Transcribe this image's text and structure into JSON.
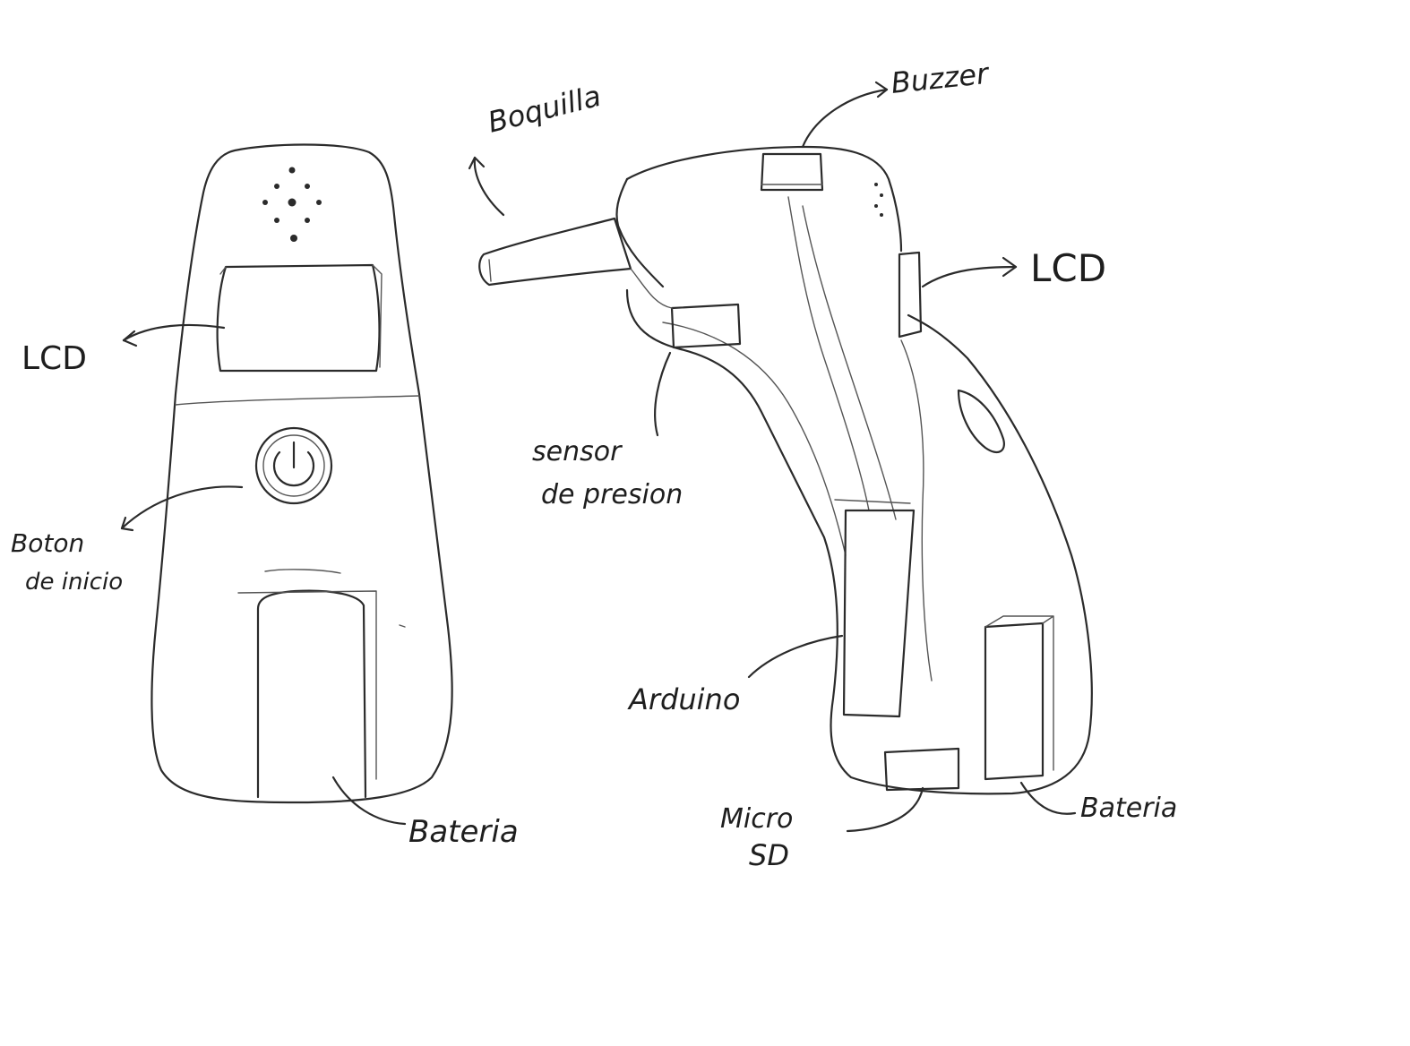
{
  "front_view": {
    "lcd_label": "LCD",
    "power_button_label_line1": "Boton",
    "power_button_label_line2": "de inicio",
    "battery_label": "Bateria"
  },
  "side_view": {
    "mouthpiece_label": "Boquilla",
    "buzzer_label": "Buzzer",
    "lcd_label": "LCD",
    "pressure_sensor_label_line1": "sensor",
    "pressure_sensor_label_line2": "de presion",
    "arduino_label": "Arduino",
    "microsd_label_line1": "Micro",
    "microsd_label_line2": "SD",
    "battery_label": "Bateria"
  },
  "colors": {
    "ink": "#2b2b2b",
    "paper": "#ffffff"
  }
}
